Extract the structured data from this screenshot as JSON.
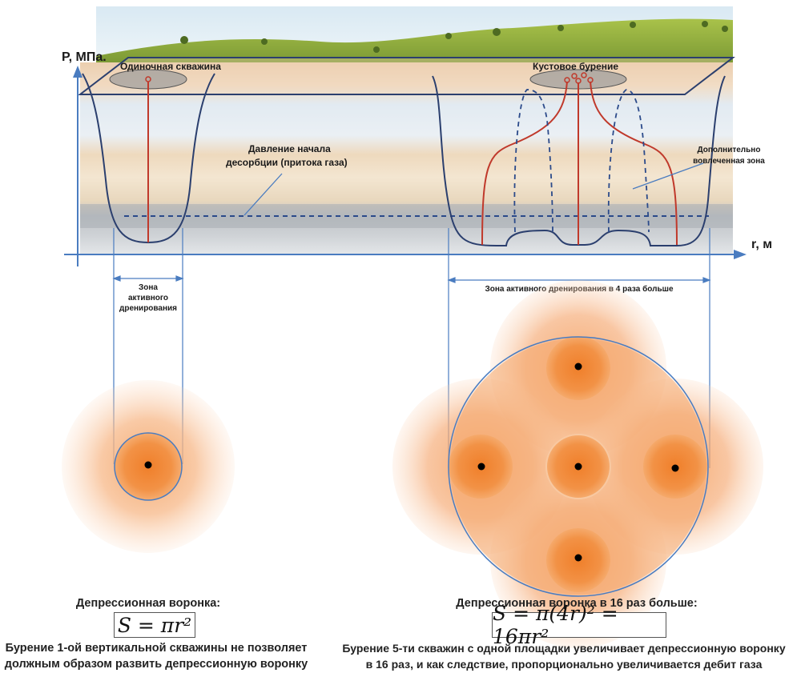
{
  "axes": {
    "y_label": "P, МПа.",
    "x_label": "r, м"
  },
  "labels": {
    "single_well": "Одиночная скважина",
    "cluster_drilling": "Кустовое бурение",
    "desorption_line1": "Давление начала",
    "desorption_line2": "десорбции (притока газа)",
    "additional_zone_line1": "Дополнительно",
    "additional_zone_line2": "вовлеченная зона",
    "active_zone_line1": "Зона",
    "active_zone_line2": "активного",
    "active_zone_line3": "дренирования",
    "active_zone_cluster": "Зона активного дренирования в 4 раза больше"
  },
  "left_panel": {
    "title": "Депрессионная воронка:",
    "formula": "S = πr²",
    "caption_line1": "Бурение 1-ой вертикальной скважины не позволяет",
    "caption_line2": "должным образом развить депрессионную воронку"
  },
  "right_panel": {
    "title": "Депрессионная воронка в 16 раз больше:",
    "formula": "S = π(4r)² = 16πr²",
    "caption_line1": "Бурение 5-ти скважин с одной площадки увеличивает депрессионную воронку",
    "caption_line2": "в 16 раз, и как следствие, пропорционально увеличивается дебит газа"
  },
  "colors": {
    "axis": "#4a7cc0",
    "well": "#c0392b",
    "curve": "#2b3f6e",
    "orange_core": "#f28d3c",
    "orange_halo": "#f6b788",
    "grass": "#8dae3c"
  }
}
